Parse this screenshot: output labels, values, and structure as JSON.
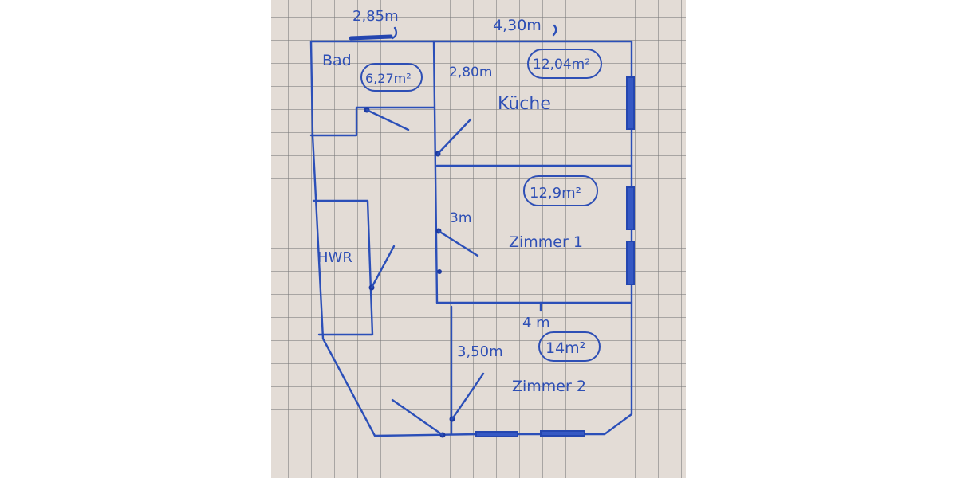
{
  "floor_plan": {
    "dimensions": {
      "top_left": "2,85m",
      "top_right": "4,30m",
      "kitchen_side": "2,80m",
      "room1_side": "3m",
      "room2_top": "4 m",
      "room2_side": "3,50m"
    },
    "rooms": [
      {
        "name": "Bad",
        "area": "6,27m²"
      },
      {
        "name": "Küche",
        "area": "12,04m²"
      },
      {
        "name": "Zimmer 1",
        "area": "12,9m²"
      },
      {
        "name": "HWR",
        "area": ""
      },
      {
        "name": "Zimmer 2",
        "area": "14m²"
      }
    ],
    "colors": {
      "ink": "#2b4fb8",
      "paper": "#e3dcd6",
      "grid": "#8a8a8a"
    }
  }
}
